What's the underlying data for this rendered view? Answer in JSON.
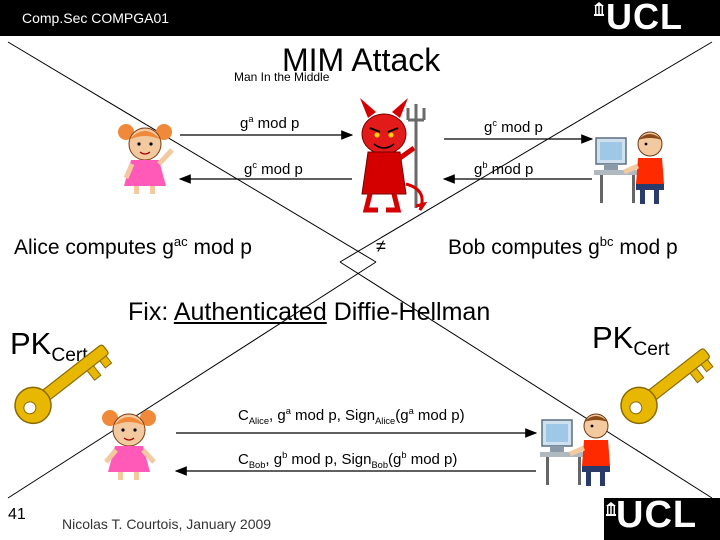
{
  "header": {
    "course": "Comp.Sec COMPGA01",
    "logo": "UCL"
  },
  "title": {
    "main": "MIM Attack",
    "subtitle": "Man In the Middle"
  },
  "messages": {
    "alice_to_mallory": {
      "base": "g",
      "exp": "a",
      "rest": " mod p"
    },
    "mallory_to_bob": {
      "base": "g",
      "exp": "c",
      "rest": " mod p"
    },
    "mallory_to_alice": {
      "base": "g",
      "exp": "c",
      "rest": " mod p"
    },
    "bob_to_mallory": {
      "base": "g",
      "exp": "b",
      "rest": " mod p"
    }
  },
  "alice_computes": {
    "prefix": "Alice computes g",
    "exp": "ac",
    "rest": " mod p"
  },
  "bob_computes": {
    "prefix": "Bob computes g",
    "exp": "bc",
    "rest": " mod p"
  },
  "not_equal": "≠",
  "fix": {
    "prefix": "Fix: ",
    "underlined": "Authenticated",
    "rest": " Diffie-Hellman"
  },
  "pk_cert": {
    "pk": "PK",
    "sub": "Cert"
  },
  "auth_msg_alice": {
    "c": "C",
    "c_sub": "Alice",
    "mid1": ", g",
    "exp1": "a",
    "mid2": " mod p, Sign",
    "sign_sub": "Alice",
    "mid3": "(g",
    "exp2": "a",
    "end": " mod p)"
  },
  "auth_msg_bob": {
    "c": "C",
    "c_sub": "Bob",
    "mid1": ", g",
    "exp1": "b",
    "mid2": " mod p, Sign",
    "sign_sub": "Bob",
    "mid3": "(g",
    "exp2": "b",
    "end": " mod p)"
  },
  "footer": {
    "slide_number": "41",
    "author": "Nicolas T. Courtois, January 2009",
    "logo": "UCL"
  },
  "colors": {
    "bar": "#000000",
    "devil": "#d40000",
    "key": "#e8b800",
    "alice_dress": "#ff5ab8",
    "bob_shirt": "#ff2a00"
  },
  "icons": [
    "alice-girl-icon",
    "bob-computer-icon",
    "mallory-devil-icon",
    "key-icon"
  ]
}
